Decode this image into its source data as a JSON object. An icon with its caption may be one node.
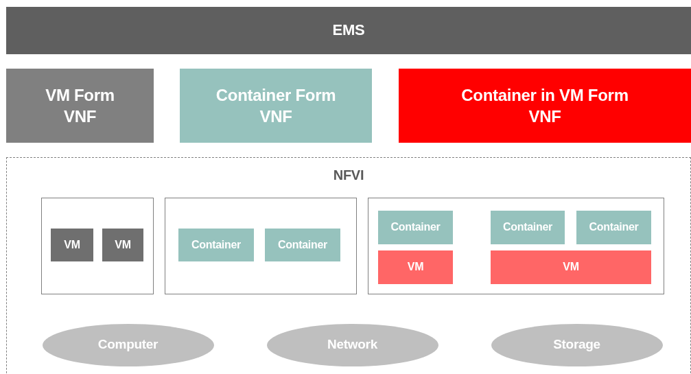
{
  "diagram": {
    "nodes": [
      {
        "text": [
          "EMS"
        ]
      },
      {
        "text": [
          "VM Form VNF"
        ]
      },
      {
        "text": [
          "Container Form VNF"
        ]
      },
      {
        "text": [
          "Container in VM Form VNF"
        ]
      },
      {
        "text": [
          "NFVI"
        ]
      },
      {
        "text": [],
        "shape": "box",
        "in": 4
      },
      {
        "text": [
          "VM"
        ],
        "in": 5
      },
      {
        "text": [
          "VM"
        ],
        "in": 5
      },
      {
        "text": [],
        "shape": "box",
        "in": 4
      },
      {
        "text": [
          "Container"
        ],
        "in": 8
      },
      {
        "text": [
          "Container"
        ],
        "in": 8
      },
      {
        "text": [],
        "shape": "box",
        "in": 4
      },
      {
        "text": [
          "Container"
        ],
        "in": 11
      },
      {
        "text": [
          "Container"
        ],
        "in": 11
      },
      {
        "text": [
          "Container"
        ],
        "in": 11
      },
      {
        "text": [
          "VM"
        ],
        "in": 11
      },
      {
        "text": [
          "VM"
        ],
        "in": 11
      },
      {
        "text": [
          "Computer"
        ],
        "in": 4
      },
      {
        "text": [
          "Network"
        ],
        "in": 4
      },
      {
        "text": [
          "Storage"
        ],
        "in": 4
      }
    ]
  }
}
